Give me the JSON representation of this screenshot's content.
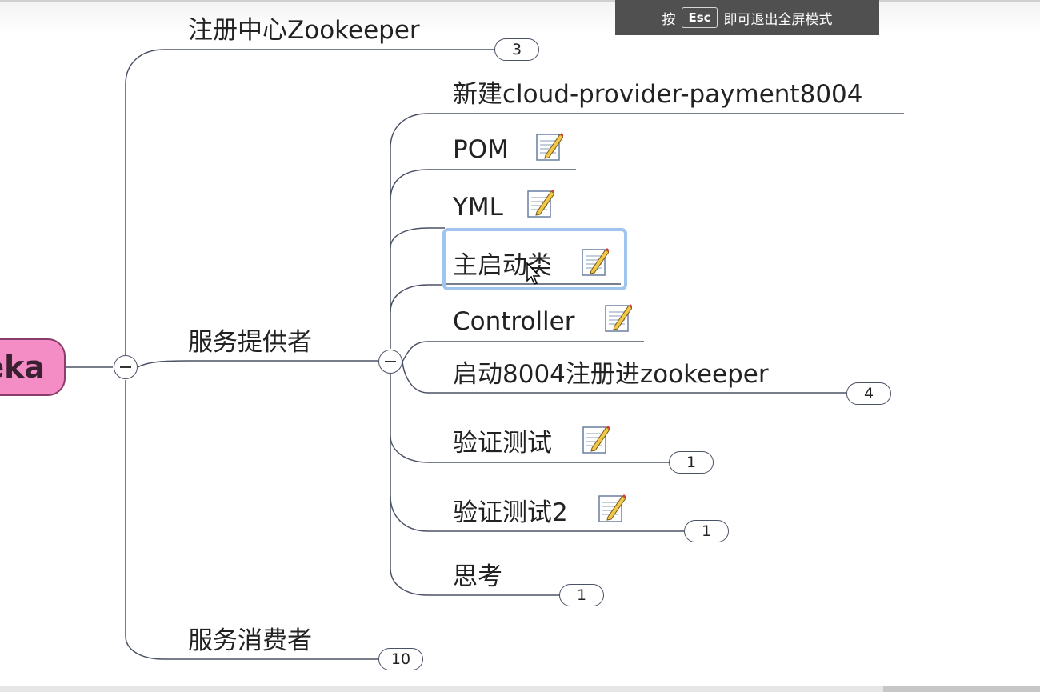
{
  "overlay": {
    "prefix": "按",
    "key": "Esc",
    "suffix": "即可退出全屏模式"
  },
  "root": {
    "label": "eka"
  },
  "branches": {
    "zookeeper": {
      "label": "注册中心Zookeeper",
      "count": "3"
    },
    "provider": {
      "label": "服务提供者"
    },
    "consumer": {
      "label": "服务消费者",
      "count": "10"
    }
  },
  "provider_children": {
    "new_module": {
      "label": "新建cloud-provider-payment8004"
    },
    "pom": {
      "label": "POM"
    },
    "yml": {
      "label": "YML"
    },
    "main_class": {
      "label": "主启动类"
    },
    "controller": {
      "label": "Controller"
    },
    "start_register": {
      "label": "启动8004注册进zookeeper",
      "count": "4"
    },
    "verify": {
      "label": "验证测试",
      "count": "1"
    },
    "verify2": {
      "label": "验证测试2",
      "count": "1"
    },
    "think": {
      "label": "思考",
      "count": "1"
    }
  },
  "icons": {
    "note": "note-pencil-icon",
    "collapse": "collapse-minus-icon",
    "cursor": "mouse-pointer-icon"
  },
  "colors": {
    "root_fill": "#f48cc6",
    "line": "#4b5266",
    "selection": "#9fc4ee"
  }
}
